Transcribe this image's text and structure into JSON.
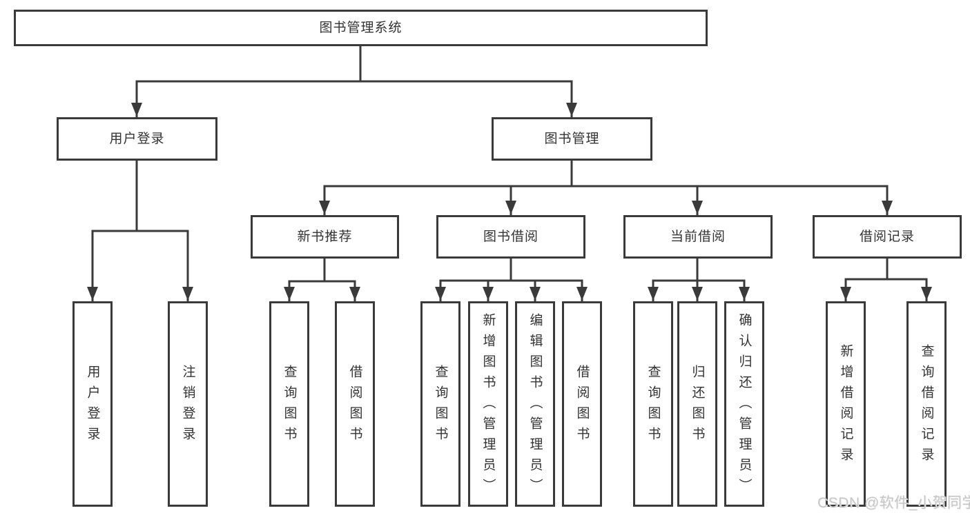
{
  "diagram_title": "图书管理系统",
  "colors": {
    "line": "#3a3a3a",
    "box_border": "#3a3a3a",
    "text": "#333333",
    "background": "#ffffff",
    "watermark": "#c7c7c7"
  },
  "tree": {
    "root": {
      "label": "图书管理系统"
    },
    "children": [
      {
        "label": "用户登录",
        "children": [
          {
            "label": "用户登录"
          },
          {
            "label": "注销登录"
          }
        ]
      },
      {
        "label": "图书管理",
        "children": [
          {
            "label": "新书推荐",
            "children": [
              {
                "label": "查询图书"
              },
              {
                "label": "借阅图书"
              }
            ]
          },
          {
            "label": "图书借阅",
            "children": [
              {
                "label": "查询图书"
              },
              {
                "label": "新增图书（管理员）"
              },
              {
                "label": "编辑图书（管理员）"
              },
              {
                "label": "借阅图书"
              }
            ]
          },
          {
            "label": "当前借阅",
            "children": [
              {
                "label": "查询图书"
              },
              {
                "label": "归还图书"
              },
              {
                "label": "确认归还（管理员）"
              }
            ]
          },
          {
            "label": "借阅记录",
            "children": [
              {
                "label": "新增借阅记录"
              },
              {
                "label": "查询借阅记录"
              }
            ]
          }
        ]
      }
    ]
  },
  "watermark": {
    "text": "CSDN @软件_小贺同学"
  }
}
